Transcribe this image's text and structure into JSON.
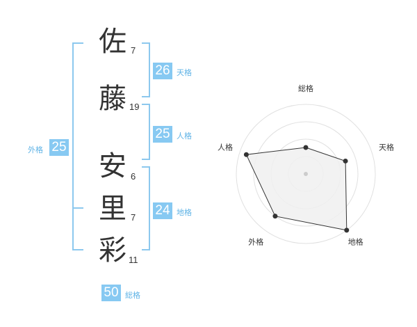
{
  "name_chars": [
    {
      "char": "佐",
      "strokes": "7"
    },
    {
      "char": "藤",
      "strokes": "19"
    },
    {
      "char": "安",
      "strokes": "6"
    },
    {
      "char": "里",
      "strokes": "7"
    },
    {
      "char": "彩",
      "strokes": "11"
    }
  ],
  "kaku": {
    "tenkaku": {
      "value": "26",
      "label": "天格"
    },
    "jinkaku": {
      "value": "25",
      "label": "人格"
    },
    "chikaku": {
      "value": "24",
      "label": "地格"
    },
    "gaikaku": {
      "value": "25",
      "label": "外格"
    },
    "soukaku": {
      "value": "50",
      "label": "総格"
    }
  },
  "chart_data": {
    "type": "radar",
    "axes": [
      "総格",
      "天格",
      "地格",
      "外格",
      "人格"
    ],
    "values": [
      0.38,
      0.6,
      1.0,
      0.75,
      0.9
    ],
    "max": 1.0,
    "rings": 4,
    "colors": {
      "fill": "#f0f0f0",
      "stroke": "#333333",
      "ring": "#e0e0e0",
      "point": "#333333",
      "center": "#cccccc"
    }
  },
  "colors": {
    "accent": "#87c9f2",
    "accent_text": "#5fb3e6",
    "bracket": "#8cc8ee"
  }
}
